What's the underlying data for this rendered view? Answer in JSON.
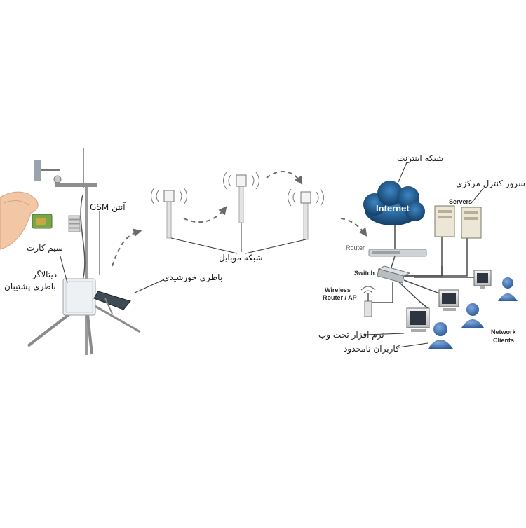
{
  "labels": {
    "sim_card": "سیم کارت",
    "gsm_antenna": "آنتن GSM",
    "datalogger": "دیتالاگر",
    "backup_battery": "باطری پشتیبان",
    "solar_battery": "باطری خورشیدی",
    "mobile_network": "شبکه موبایل",
    "internet_network": "شبکه اینترنت",
    "central_control_server": "سرور کنترل مرکزی",
    "web_software": "نرم افزار تحت وب",
    "unlimited_users": "کاربران نامحدود"
  },
  "network": {
    "internet": "Internet",
    "router": "Router",
    "switch": "Switch",
    "servers": "Servers",
    "wireless_line1": "Wireless",
    "wireless_line2": "Router / AP",
    "clients_line1": "Network",
    "clients_line2": "Clients"
  },
  "colors": {
    "cloud": "#1f5f93",
    "user_blue": "#3a6fb5",
    "line": "#4a4a4a",
    "arrow": "#6a6a6a",
    "panel": "#e8ecef"
  }
}
